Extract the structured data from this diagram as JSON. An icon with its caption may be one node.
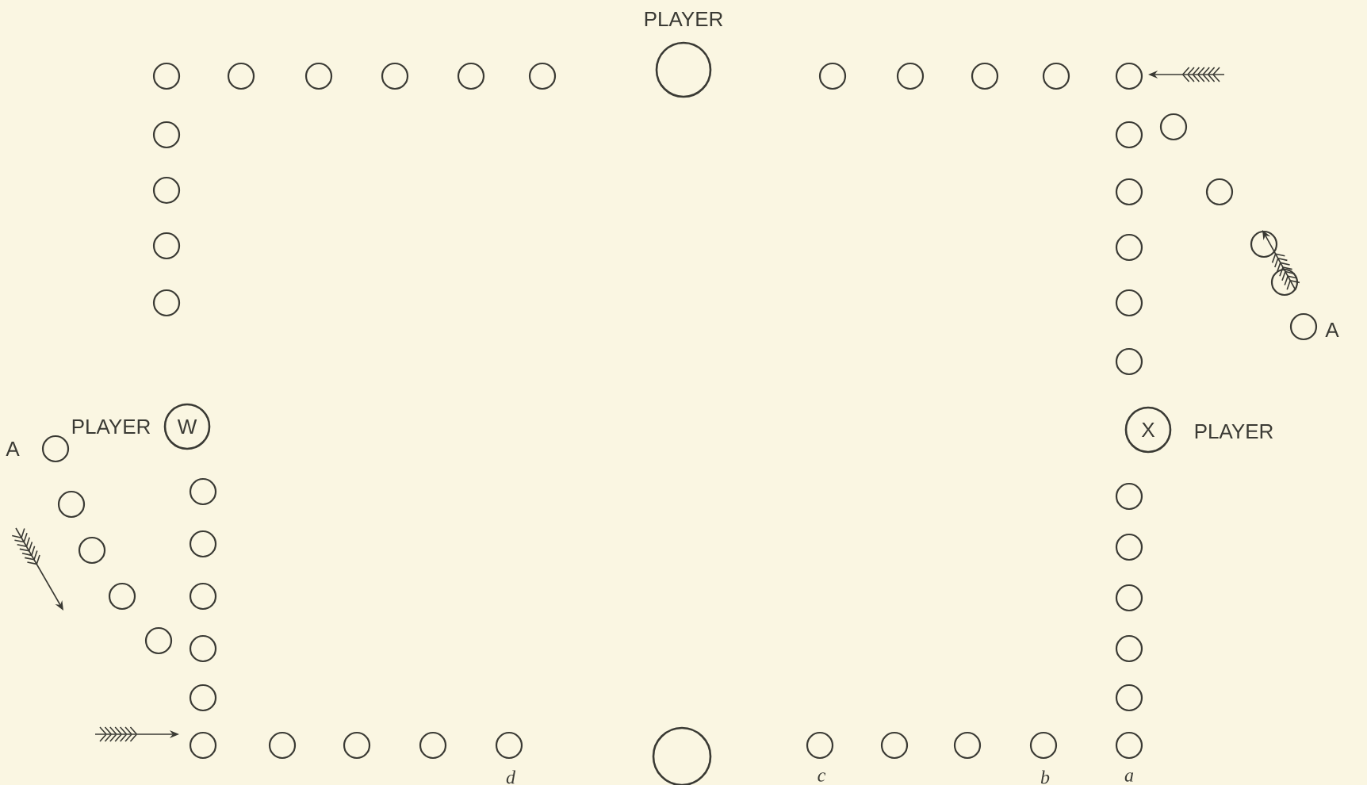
{
  "diagram": {
    "nodes": [
      {
        "text": [],
        "shape": "circle",
        "beside": [
          "PLAYER"
        ]
      },
      {
        "text": [
          "W"
        ],
        "beside": [
          "PLAYER"
        ]
      },
      {
        "text": [
          "X"
        ],
        "beside": [
          "PLAYER"
        ]
      },
      {
        "text": [],
        "shape": "circle"
      }
    ],
    "edges": [],
    "labels": [
      "A",
      "A",
      "d",
      "c",
      "b",
      "a"
    ]
  }
}
